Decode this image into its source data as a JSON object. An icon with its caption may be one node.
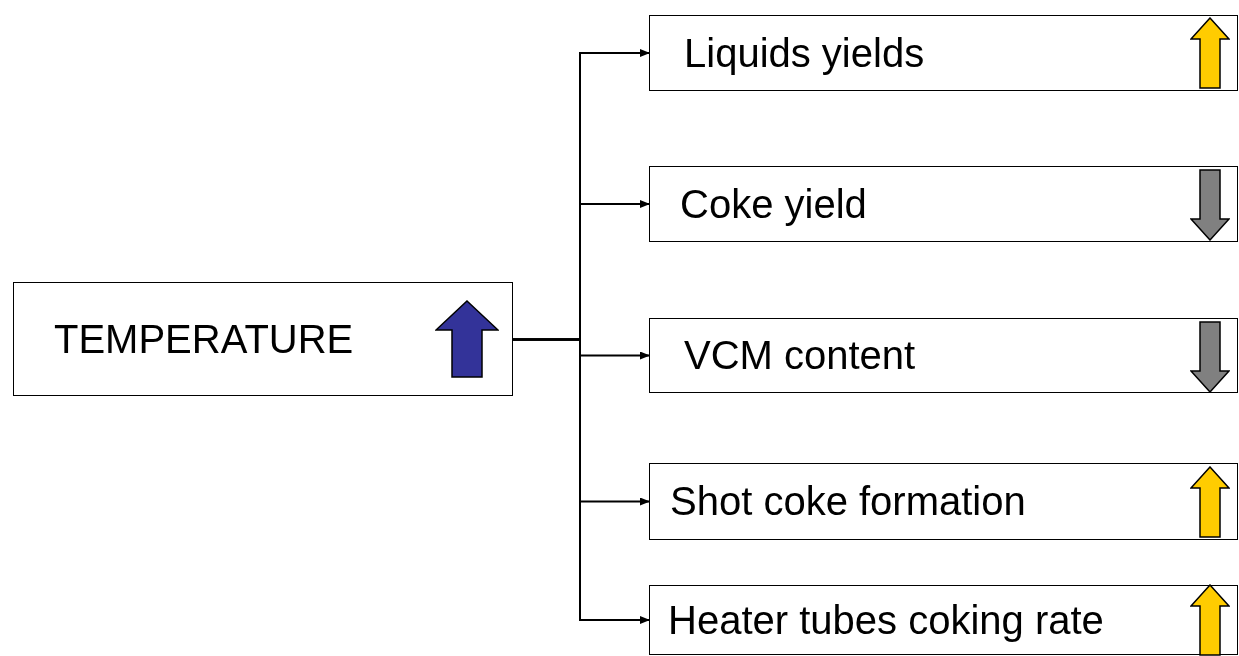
{
  "diagram": {
    "nodes": [
      {
        "text": [
          "TEMPERATURE"
        ]
      },
      {
        "text": [
          "Liquids yields"
        ]
      },
      {
        "text": [
          "Coke yield"
        ]
      },
      {
        "text": [
          "VCM content"
        ]
      },
      {
        "text": [
          "Shot coke formation"
        ]
      },
      {
        "text": [
          "Heater tubes coking rate"
        ]
      }
    ],
    "edges": [
      {
        "from": 0,
        "to": 1,
        "arrow": "to"
      },
      {
        "from": 0,
        "to": 2,
        "arrow": "to"
      },
      {
        "from": 0,
        "to": 3,
        "arrow": "to"
      },
      {
        "from": 0,
        "to": 4,
        "arrow": "to"
      },
      {
        "from": 0,
        "to": 5,
        "arrow": "to"
      }
    ]
  }
}
